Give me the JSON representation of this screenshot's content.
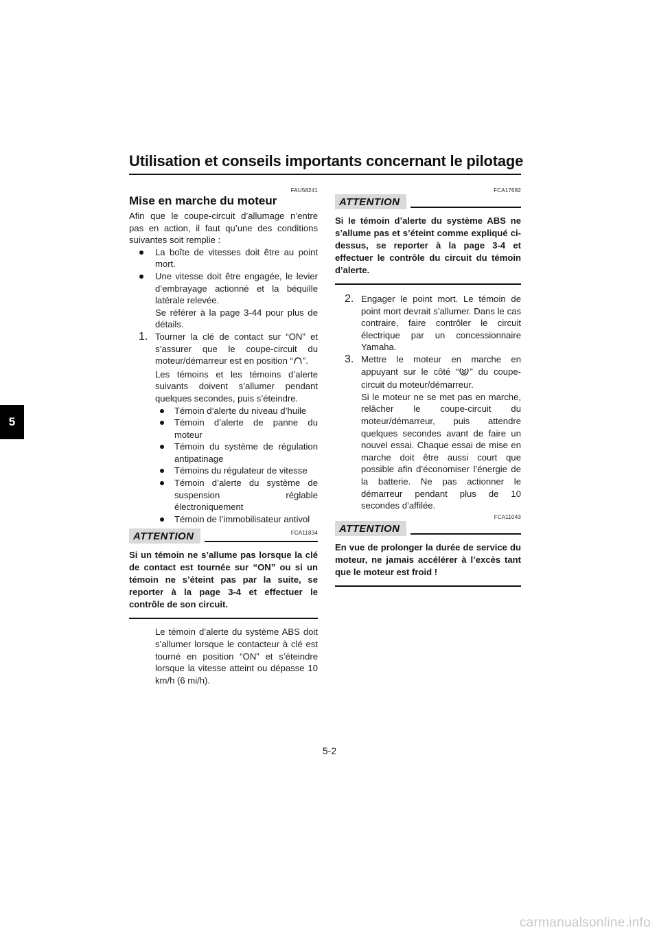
{
  "header": {
    "title": "Utilisation et conseils importants concernant le pilotage"
  },
  "chapter_tab": "5",
  "left": {
    "section_code": "FAU58241",
    "section_title": "Mise en marche du moteur",
    "intro": "Afin que le coupe-circuit d’allumage n’entre pas en action, il faut qu’une des conditions suivantes soit remplie :",
    "conditions": [
      "La boîte de vitesses doit être au point mort.",
      "Une vitesse doit être engagée, le levier d’embrayage actionné et la béquille latérale relevée."
    ],
    "condition_note": "Se référer à la page 3-44 pour plus de détails.",
    "step1": {
      "num": "1.",
      "text_before_icon": "Tourner la clé de contact sur “ON” et s’assurer que le coupe-circuit du moteur/démarreur est en position “",
      "text_after_icon": "”.",
      "text2": "Les témoins et les témoins d’alerte suivants doivent s’allumer pendant quelques secondes, puis s’éteindre.",
      "icon": "run-position-icon"
    },
    "indicators": [
      "Témoin d’alerte du niveau d’huile",
      "Témoin d’alerte de panne du moteur",
      "Témoin du système de régulation antipatinage",
      "Témoins du régulateur de vitesse",
      "Témoin d’alerte du système de suspension réglable électroniquement",
      "Témoin de l’immobilisateur antivol"
    ],
    "attention": {
      "code": "FCA11834",
      "label": "ATTENTION",
      "body": "Si un témoin ne s’allume pas lorsque la clé de contact est tournée sur “ON” ou si un témoin ne s’éteint pas par la suite, se reporter à la page 3-4 et effectuer le contrôle de son circuit."
    },
    "abs_note": "Le témoin d’alerte du système ABS doit s’allumer lorsque le contacteur à clé est tourné en position “ON” et s’éteindre lorsque la vitesse atteint ou dépasse 10 km/h (6 mi/h)."
  },
  "right": {
    "attention1": {
      "code": "FCA17682",
      "label": "ATTENTION",
      "body": "Si le témoin d’alerte du système ABS ne s’allume pas et s’éteint comme expliqué ci-dessus, se reporter à la page 3-4 et effectuer le contrôle du circuit du témoin d’alerte."
    },
    "step2": {
      "num": "2.",
      "text": "Engager le point mort. Le témoin de point mort devrait s’allumer. Dans le cas contraire, faire contrôler le circuit électrique par un concessionnaire Yamaha."
    },
    "step3": {
      "num": "3.",
      "text_before_icon": "Mettre le moteur en marche en appuyant sur le côté “",
      "text_after_icon": "” du coupe-circuit du moteur/démarreur.",
      "text2": "Si le moteur ne se met pas en marche, relâcher le coupe-circuit du moteur/démarreur, puis attendre quelques secondes avant de faire un nouvel essai. Chaque essai de mise en marche doit être aussi court que possible afin d’économiser l’énergie de la batterie. Ne pas actionner le démarreur pendant plus de 10 secondes d’affilée.",
      "icon": "start-position-icon"
    },
    "attention2": {
      "code": "FCA11043",
      "label": "ATTENTION",
      "body": "En vue de prolonger la durée de service du moteur, ne jamais accélérer à l’excès tant que le moteur est froid !"
    }
  },
  "footer": {
    "page_number": "5-2",
    "watermark": "carmanualsonline.info"
  }
}
